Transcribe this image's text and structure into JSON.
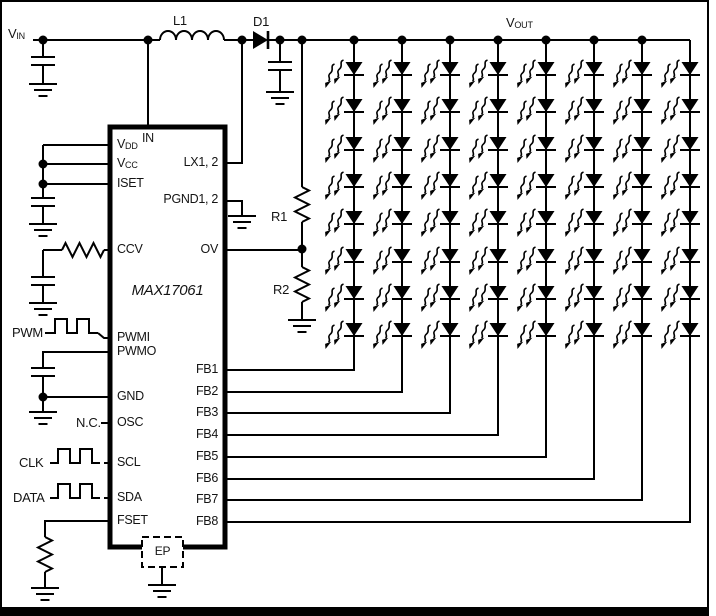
{
  "diagram": {
    "kind": "application-circuit-schematic",
    "colors": {
      "ink": "#000000",
      "background": "#ffffff"
    }
  },
  "labels": {
    "vin": {
      "base": "V",
      "sub": "IN"
    },
    "vout": {
      "base": "V",
      "sub": "OUT"
    },
    "l1": "L1",
    "d1": "D1",
    "r1": "R1",
    "r2": "R2",
    "pwm": "PWM",
    "clk": "CLK",
    "data": "DATA",
    "nc": "N.C.",
    "ep": "EP"
  },
  "ic": {
    "name": "MAX17061",
    "top_pin": "IN",
    "left_pins": [
      {
        "base": "V",
        "sub": "DD"
      },
      {
        "base": "V",
        "sub": "CC"
      },
      {
        "label": "ISET"
      },
      {
        "label": "CCV"
      },
      {
        "label": "PWMI"
      },
      {
        "label": "PWMO"
      },
      {
        "label": "GND"
      },
      {
        "label": "OSC"
      },
      {
        "label": "SCL"
      },
      {
        "label": "SDA"
      },
      {
        "label": "FSET"
      }
    ],
    "right_pins": [
      {
        "label": "LX1, 2"
      },
      {
        "label": "PGND1, 2"
      },
      {
        "label": "OV"
      }
    ],
    "fb_pins": [
      "FB1",
      "FB2",
      "FB3",
      "FB4",
      "FB5",
      "FB6",
      "FB7",
      "FB8"
    ]
  },
  "led_matrix": {
    "strings": 8,
    "leds_per_string": 8
  }
}
